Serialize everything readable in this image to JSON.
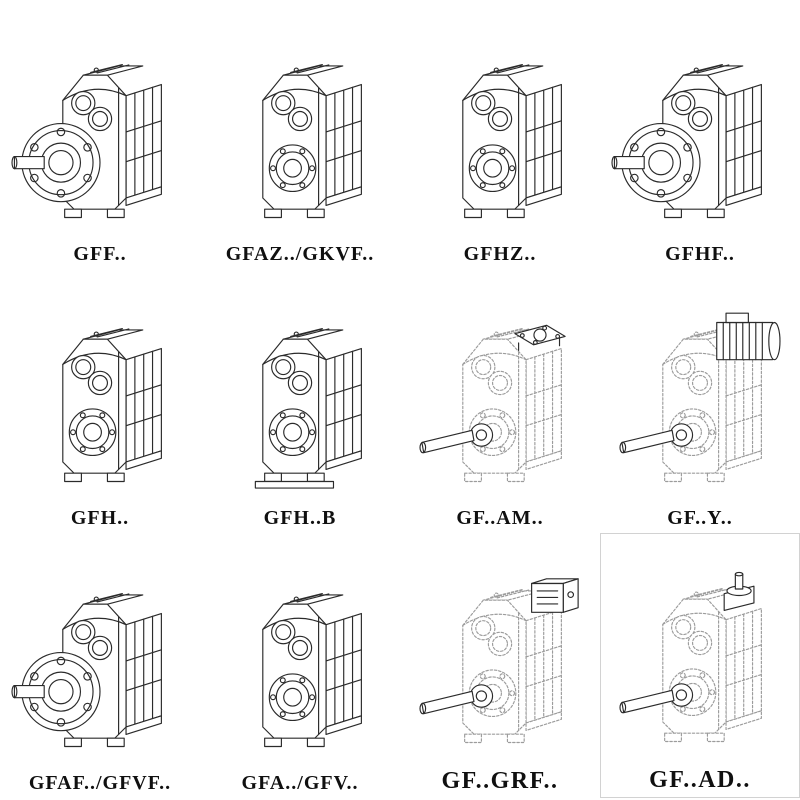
{
  "catalog": {
    "items": [
      {
        "label": "GFF..",
        "drawing": "gearbox-output-flange"
      },
      {
        "label": "GFAZ../GKVF..",
        "drawing": "gearbox-hollow-shaft"
      },
      {
        "label": "GFHZ..",
        "drawing": "gearbox-hollow-shaft-shrink-disc"
      },
      {
        "label": "GFHF..",
        "drawing": "gearbox-hollow-shaft-flange"
      },
      {
        "label": "GFH..",
        "drawing": "gearbox-hollow-shaft"
      },
      {
        "label": "GFH..B",
        "drawing": "gearbox-hollow-shaft-fixing-element"
      },
      {
        "label": "GF..AM..",
        "drawing": "gearbox-motor-adapter-flange"
      },
      {
        "label": "GF..Y..",
        "drawing": "gearbox-with-mounted-motor"
      },
      {
        "label": "GFAF../GFVF..",
        "drawing": "gearbox-output-flange"
      },
      {
        "label": "GFA../GFV..",
        "drawing": "gearbox-solid-shaft"
      },
      {
        "label": "GF..GRF..",
        "drawing": "gearbox-input-gear-unit"
      },
      {
        "label": "GF..AD..",
        "drawing": "gearbox-input-shaft-adapter"
      }
    ],
    "line_colors": {
      "solid": "#2b2b2b",
      "ghost": "#9c9c9c"
    }
  }
}
